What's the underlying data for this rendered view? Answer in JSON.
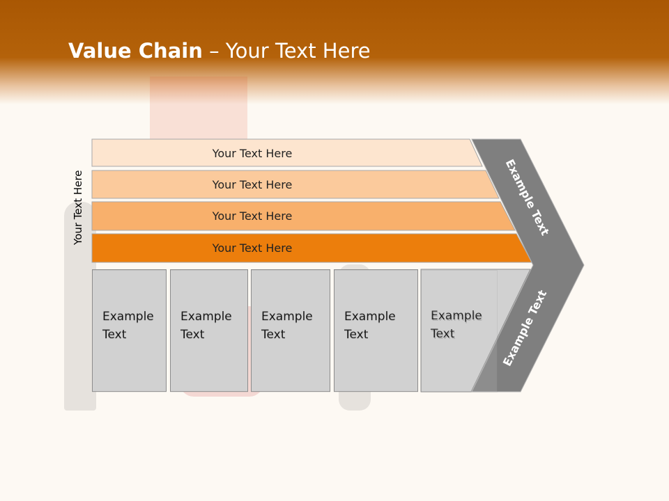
{
  "title": {
    "bold": "Value Chain",
    "rest": " – Your Text Here"
  },
  "side_label": "Your Text Here",
  "bands": [
    {
      "label": "Your Text Here",
      "color": "#fde5cf"
    },
    {
      "label": "Your Text Here",
      "color": "#fbca9c"
    },
    {
      "label": "Your Text Here",
      "color": "#f8b06c"
    },
    {
      "label": "Your Text Here",
      "color": "#ec7e0c"
    }
  ],
  "boxes": [
    {
      "line1": "Example",
      "line2": "Text"
    },
    {
      "line1": "Example",
      "line2": "Text"
    },
    {
      "line1": "Example",
      "line2": "Text"
    },
    {
      "line1": "Example",
      "line2": "Text"
    },
    {
      "line1": "Example",
      "line2": "Text"
    }
  ],
  "chevron": {
    "upper_text": "Example Text",
    "lower_text": "Example Text",
    "color": "#7f7f7f"
  },
  "colors": {
    "header": "#b05b06",
    "box_fill": "#d1d1d1"
  }
}
